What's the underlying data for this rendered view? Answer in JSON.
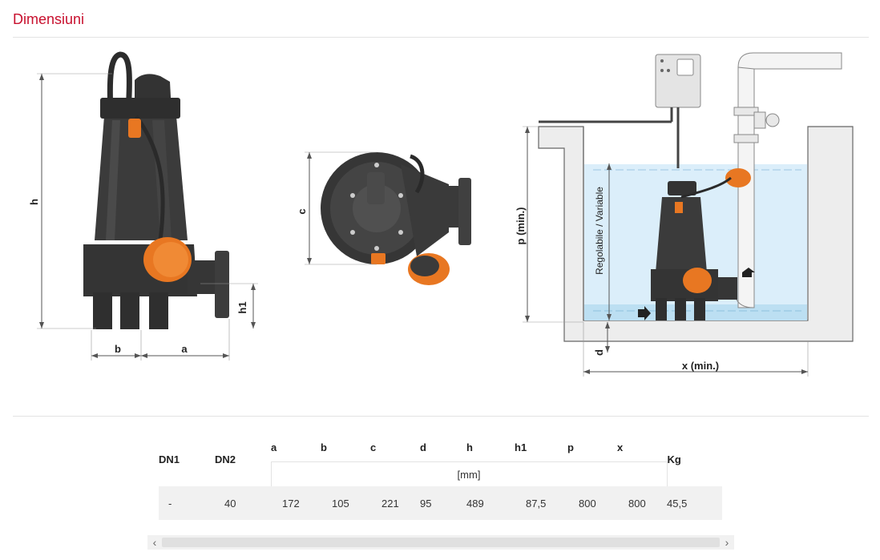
{
  "section": {
    "title": "Dimensiuni"
  },
  "drawing": {
    "labels": {
      "h": "h",
      "h1": "h1",
      "a": "a",
      "b": "b",
      "c": "c",
      "p": "p  (min.)",
      "d": "d",
      "x": "x (min.)",
      "variable": "Regolabile / Variable"
    },
    "colors": {
      "pump_body": "#3a3a3a",
      "float": "#e87722",
      "water": "#cfe6f5",
      "concrete": "#ededed"
    },
    "icons": [
      "pump-front-view-icon",
      "pump-top-view-icon",
      "float-switch-icon",
      "control-panel-icon",
      "gate-valve-icon",
      "discharge-pipe-icon"
    ]
  },
  "table": {
    "headers": [
      "DN1",
      "DN2",
      "a",
      "b",
      "c",
      "d",
      "h",
      "h1",
      "p",
      "x",
      "Kg"
    ],
    "unit": "[mm]",
    "row": [
      "-",
      "40",
      "172",
      "105",
      "221",
      "95",
      "489",
      "87,5",
      "800",
      "800",
      "45,5"
    ]
  },
  "scrollbar": {
    "left_icon": "chevron-left-icon",
    "right_icon": "chevron-right-icon",
    "left_glyph": "‹",
    "right_glyph": "›"
  }
}
